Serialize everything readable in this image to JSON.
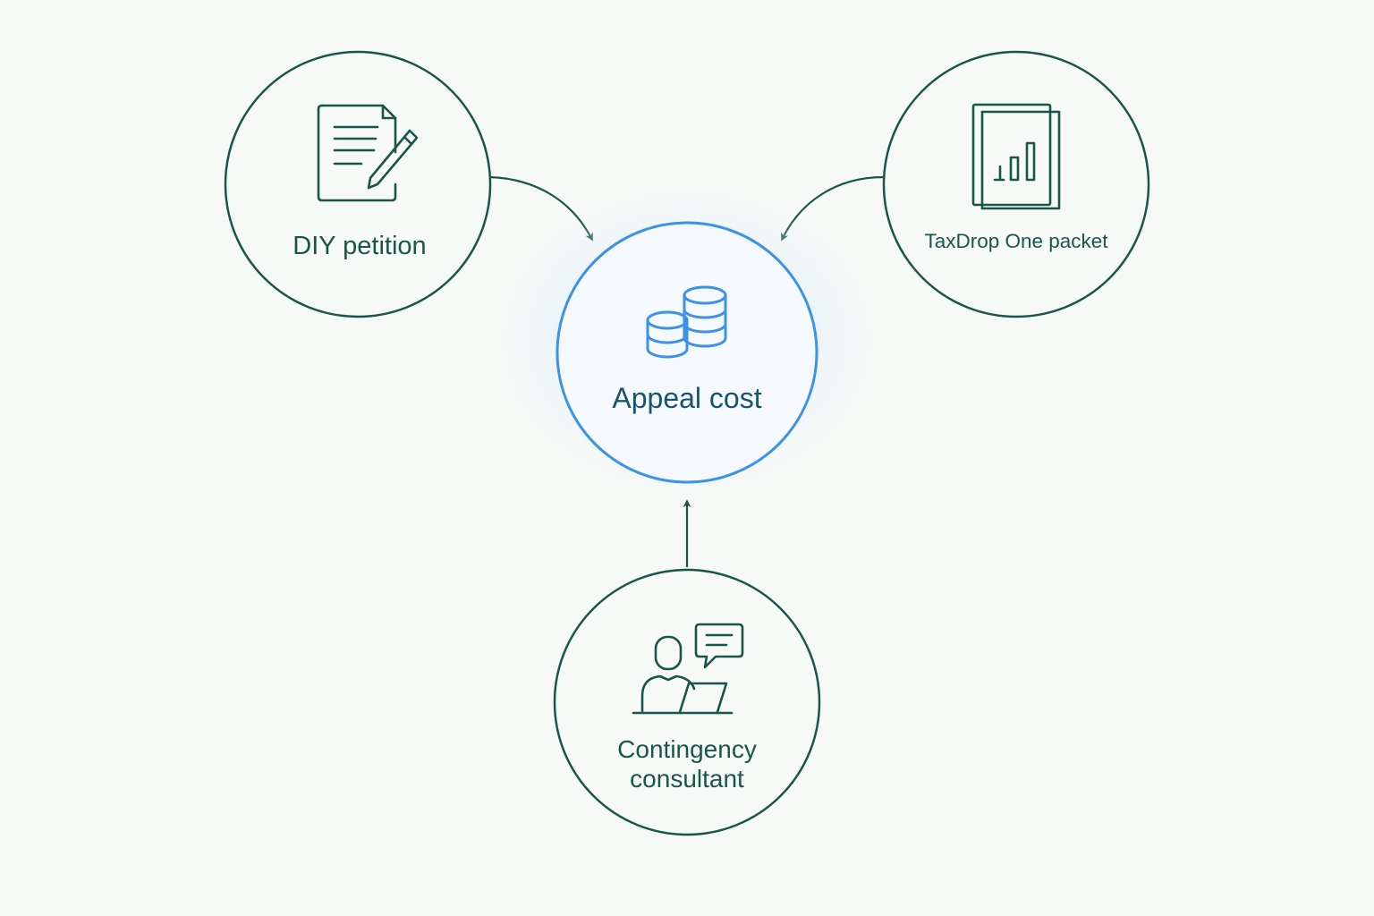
{
  "diagram": {
    "center": {
      "label": "Appeal cost",
      "icon": "coins-stack-icon",
      "color": "#2f8be0",
      "text_color": "#16566a"
    },
    "nodes": [
      {
        "id": "diy",
        "label": "DIY petition",
        "icon": "document-pen-icon"
      },
      {
        "id": "taxdrop",
        "label": "TaxDrop One packet",
        "icon": "report-chart-icon"
      },
      {
        "id": "consultant",
        "label_lines": [
          "Contingency",
          "consultant"
        ],
        "icon": "consultant-chat-icon"
      }
    ],
    "colors": {
      "node_stroke": "#18564a",
      "node_text": "#18564a",
      "background": "#f7f9f7"
    }
  }
}
